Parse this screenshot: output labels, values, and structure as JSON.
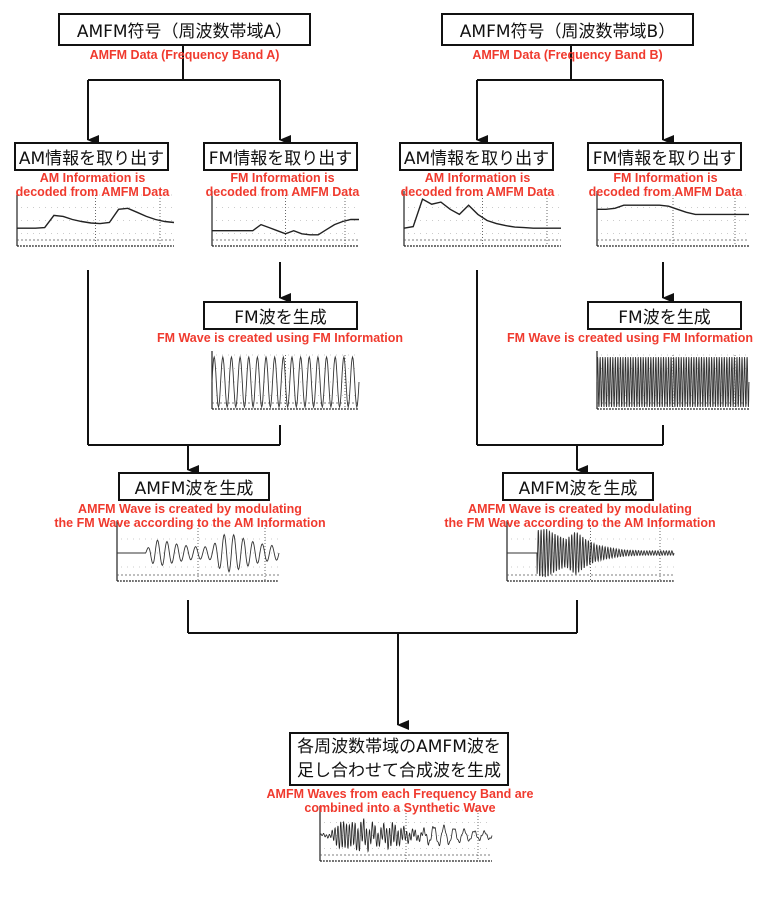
{
  "diagram": {
    "top_nodes": [
      {
        "id": "band-a",
        "label_ja": "AMFM符号（周波数帯域A）",
        "caption": "AMFM Data (Frequency Band A)"
      },
      {
        "id": "band-b",
        "label_ja": "AMFM符号（周波数帯域B）",
        "caption": "AMFM Data (Frequency Band B)"
      }
    ],
    "extract_nodes": [
      {
        "id": "am-extract-a",
        "label_ja": "AM情報を取り出す",
        "caption_line1": "AM Information is",
        "caption_line2": "decoded from AMFM Data"
      },
      {
        "id": "fm-extract-a",
        "label_ja": "FM情報を取り出す",
        "caption_line1": "FM Information is",
        "caption_line2": "decoded from AMFM Data"
      },
      {
        "id": "am-extract-b",
        "label_ja": "AM情報を取り出す",
        "caption_line1": "AM Information is",
        "caption_line2": "decoded from AMFM Data"
      },
      {
        "id": "fm-extract-b",
        "label_ja": "FM情報を取り出す",
        "caption_line1": "FM Information is",
        "caption_line2": "decoded from AMFM Data"
      }
    ],
    "fm_wave_nodes": [
      {
        "id": "fm-wave-a",
        "label_ja": "FM波を生成",
        "caption": "FM Wave is created using FM Information"
      },
      {
        "id": "fm-wave-b",
        "label_ja": "FM波を生成",
        "caption": "FM Wave is created using FM Information"
      }
    ],
    "amfm_wave_nodes": [
      {
        "id": "amfm-wave-a",
        "label_ja": "AMFM波を生成",
        "caption_line1": "AMFM Wave is created by modulating",
        "caption_line2": "the FM Wave according to the AM Information"
      },
      {
        "id": "amfm-wave-b",
        "label_ja": "AMFM波を生成",
        "caption_line1": "AMFM Wave is created by modulating",
        "caption_line2": "the FM Wave according to the AM Information"
      }
    ],
    "final_node": {
      "label_ja_line1": "各周波数帯域のAMFM波を",
      "label_ja_line2": "足し合わせて合成波を生成",
      "caption_line1": "AMFM Waves from each Frequency Band are",
      "caption_line2": "combined into a Synthetic Wave"
    },
    "plots": {
      "am_a": {
        "kind": "envelope",
        "points": [
          0.35,
          0.35,
          0.35,
          0.36,
          0.6,
          0.58,
          0.52,
          0.48,
          0.45,
          0.44,
          0.46,
          0.72,
          0.74,
          0.66,
          0.58,
          0.52,
          0.48,
          0.46
        ]
      },
      "fm_a": {
        "kind": "envelope",
        "points": [
          0.3,
          0.3,
          0.3,
          0.3,
          0.3,
          0.3,
          0.42,
          0.36,
          0.3,
          0.24,
          0.3,
          0.24,
          0.22,
          0.22,
          0.32,
          0.42,
          0.48,
          0.52,
          0.52
        ]
      },
      "am_b": {
        "kind": "envelope",
        "points": [
          0.35,
          0.38,
          0.92,
          0.82,
          0.86,
          0.72,
          0.62,
          0.8,
          0.62,
          0.5,
          0.44,
          0.4,
          0.37,
          0.36,
          0.35,
          0.35,
          0.35,
          0.35
        ]
      },
      "fm_b": {
        "kind": "envelope",
        "points": [
          0.72,
          0.72,
          0.74,
          0.8,
          0.8,
          0.8,
          0.8,
          0.8,
          0.78,
          0.72,
          0.66,
          0.62,
          0.62,
          0.62,
          0.62,
          0.62,
          0.62,
          0.62
        ]
      },
      "fmw_a": {
        "kind": "fm",
        "cycles": 17
      },
      "fmw_b": {
        "kind": "fm",
        "cycles": 60
      },
      "amfm_a": {
        "kind": "amfm",
        "cycles": 17,
        "env": "am_a"
      },
      "amfm_b": {
        "kind": "amfm",
        "cycles": 60,
        "env": "am_b"
      },
      "synth": {
        "kind": "synth"
      }
    },
    "colors": {
      "caption": "#f03a2e",
      "line": "#111111"
    }
  }
}
